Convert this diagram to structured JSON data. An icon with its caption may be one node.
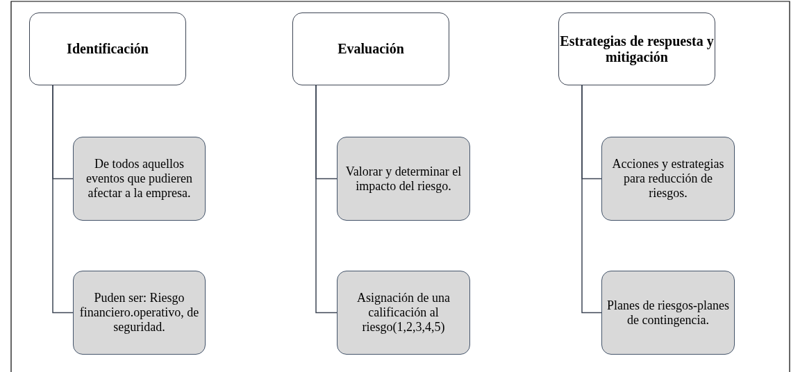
{
  "diagram": {
    "nodes": [
      {
        "text": [
          "Identificación"
        ]
      },
      {
        "text": [
          "De todos aquellos eventos que pudieren afectar a la empresa."
        ]
      },
      {
        "text": [
          "Puden ser: Riesgo financiero.operativo, de seguridad."
        ]
      },
      {
        "text": [
          "Evaluación"
        ]
      },
      {
        "text": [
          "Valorar y determinar el impacto del riesgo."
        ]
      },
      {
        "text": [
          "Asignación de una calificación al riesgo(1,2,3,4,5)"
        ]
      },
      {
        "text": [
          "Estrategias de respuesta y mitigación"
        ]
      },
      {
        "text": [
          "Acciones y estrategias para reducción de riesgos."
        ]
      },
      {
        "text": [
          "Planes de riesgos-planes de contingencia."
        ]
      }
    ],
    "edges": [
      {
        "from": 0,
        "to": 1,
        "arrow": "none"
      },
      {
        "from": 0,
        "to": 2,
        "arrow": "none"
      },
      {
        "from": 3,
        "to": 4,
        "arrow": "none"
      },
      {
        "from": 3,
        "to": 5,
        "arrow": "none"
      },
      {
        "from": 6,
        "to": 7,
        "arrow": "none"
      },
      {
        "from": 6,
        "to": 8,
        "arrow": "none"
      }
    ]
  }
}
